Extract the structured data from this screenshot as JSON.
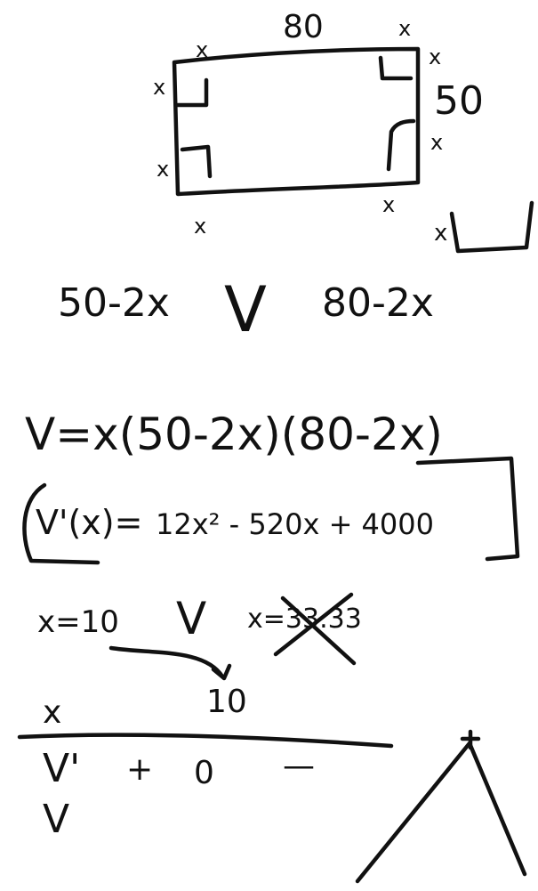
{
  "diagram": {
    "top_label": "80",
    "side_label": "50",
    "corner_label": "x",
    "box_label": "x"
  },
  "lines": {
    "dimensions_left": "50-2x",
    "dimensions_right": "80-2x",
    "connector_symbol": "V",
    "volume_formula": "V=x(50-2x)(80-2x)",
    "derivative_lhs": "V'(x)=",
    "derivative_rhs": "12x² - 520x + 4000",
    "root_left": "x=10",
    "root_right": "x=33.33",
    "critical_value": "10"
  },
  "sign_chart": {
    "header_label": "x",
    "row1_label": "V'",
    "row2_label": "V",
    "signs": [
      "+",
      "0",
      "—"
    ]
  }
}
